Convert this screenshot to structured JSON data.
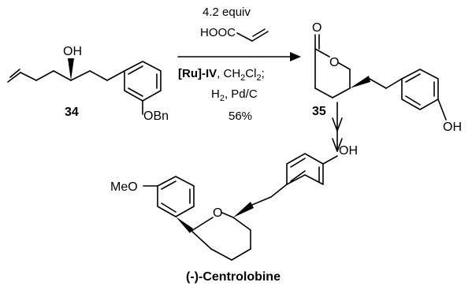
{
  "compounds": {
    "start": {
      "number": "34",
      "oh_label": "OH",
      "obn_label": "OBn"
    },
    "product": {
      "number": "35",
      "o_label": "O",
      "ring_o_label": "O",
      "oh_label": "OH"
    },
    "target": {
      "name": "(-)-Centrolobine",
      "meo_label": "MeO",
      "ring_o_label": "O",
      "oh_label": "OH"
    }
  },
  "reaction": {
    "line1": "4.2 equiv",
    "line2_reagent": "HOOC",
    "line3_catalyst": "[Ru]-IV",
    "line3_solvent": ", CH",
    "line3_sub2": "2",
    "line3_cl": "Cl",
    "line3_sub2b": "2",
    "line3_semicolon": ";",
    "line4_h": "H",
    "line4_sub": "2",
    "line4_rest": ", Pd/C",
    "yield": "56%"
  }
}
